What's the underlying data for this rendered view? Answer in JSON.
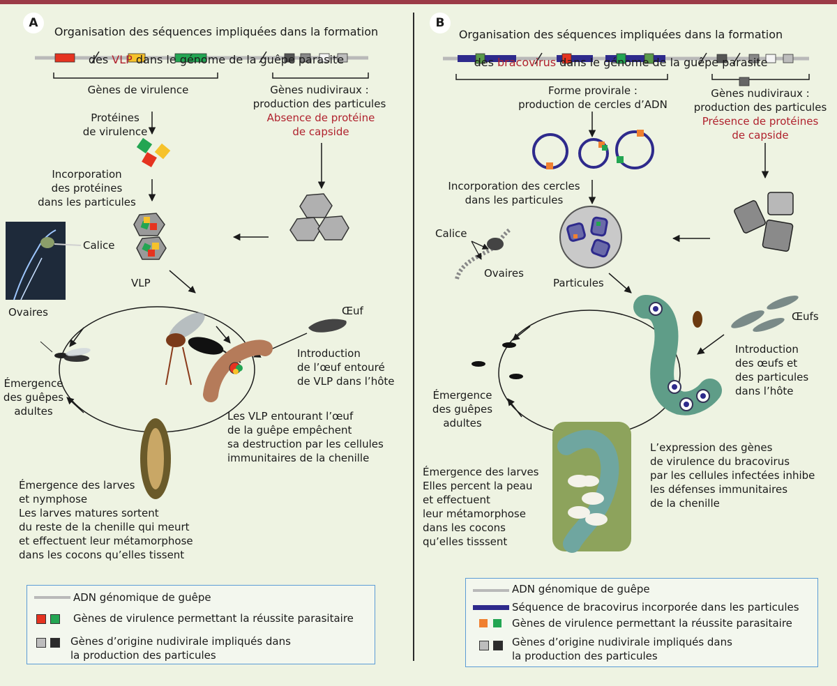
{
  "colors": {
    "background": "#eef3e2",
    "top_bar": "#9b3b47",
    "red_text": "#b0222e",
    "genomic_dna": "#b9b9b9",
    "bracovirus_dna": "#2e2a8c",
    "virulence_red": "#e53320",
    "virulence_orange": "#f08030",
    "virulence_yellow": "#f6c22b",
    "virulence_green": "#23a552",
    "nudiviral_light": "#bdbdbd",
    "nudiviral_dark": "#2b2b2b",
    "legend_border": "#5b9bd5"
  },
  "panel_a": {
    "badge": "A",
    "title_line1": "Organisation des séquences impliquées dans la formation",
    "title_line2_pre": "des ",
    "title_line2_red": "VLP",
    "title_line2_post": " dans le génome de la guêpe parasite",
    "virulence_genes": "Gènes de virulence",
    "nudiviral_genes": "Gènes nudiviraux :\nproduction des particules",
    "no_capsid": "Absence de protéine\nde capside",
    "virulence_proteins": "Protéines\nde virulence",
    "incorporation": "Incorporation\ndes protéines\ndans les particules",
    "calice": "Calice",
    "vlp": "VLP",
    "ovaires": "Ovaires",
    "oeuf": "Œuf",
    "introduction": "Introduction\nde l’œuf entouré\nde VLP dans l’hôte",
    "emergence_adults": "Émergence\ndes guêpes\nadultes",
    "vlp_protect": "Les VLP entourant l’œuf\nde la guêpe empêchent\nsa destruction par les cellules\nimmunitaires de la chenille",
    "larvae": "Émergence des larves\net nymphose\nLes larves matures sortent\ndu reste de la chenille qui meurt\net effectuent leur métamorphose\ndans les cocons qu’elles tissent",
    "legend": {
      "dna": "ADN génomique de guêpe",
      "virulence": "Gènes de virulence permettant la réussite parasitaire",
      "nudiviral": "Gènes d’origine nudivirale impliqués dans\nla production des particules"
    }
  },
  "panel_b": {
    "badge": "B",
    "title_line1": "Organisation des séquences impliquées dans la formation",
    "title_line2_pre": "des ",
    "title_line2_red": "bracovirus",
    "title_line2_post": " dans le génome de la guêpe parasite",
    "proviral": "Forme provirale :\nproduction de cercles d’ADN",
    "nudiviral_genes": "Gènes nudiviraux :\nproduction des particules",
    "capsid": "Présence de protéines\nde capside",
    "incorporation": "Incorporation des cercles\ndans les particules",
    "calice": "Calice",
    "ovaires": "Ovaires",
    "particules": "Particules",
    "oeufs": "Œufs",
    "introduction": "Introduction\ndes œufs et\ndes particules\ndans l’hôte",
    "emergence_adults": "Émergence\ndes guêpes\nadultes",
    "expression": "L’expression des gènes\nde virulence du bracovirus\npar les cellules infectées inhibe\nles défenses immunitaires\nde la chenille",
    "larvae": "Émergence des larves\nElles percent la peau\net effectuent\nleur métamorphose\ndans les cocons\nqu’elles tisssent",
    "legend": {
      "dna": "ADN génomique de guêpe",
      "bracovirus": "Séquence de bracovirus incorporée dans les particules",
      "virulence": "Gènes de virulence permettant la réussite parasitaire",
      "nudiviral": "Gènes d’origine nudivirale impliqués dans\nla production des particules"
    }
  }
}
